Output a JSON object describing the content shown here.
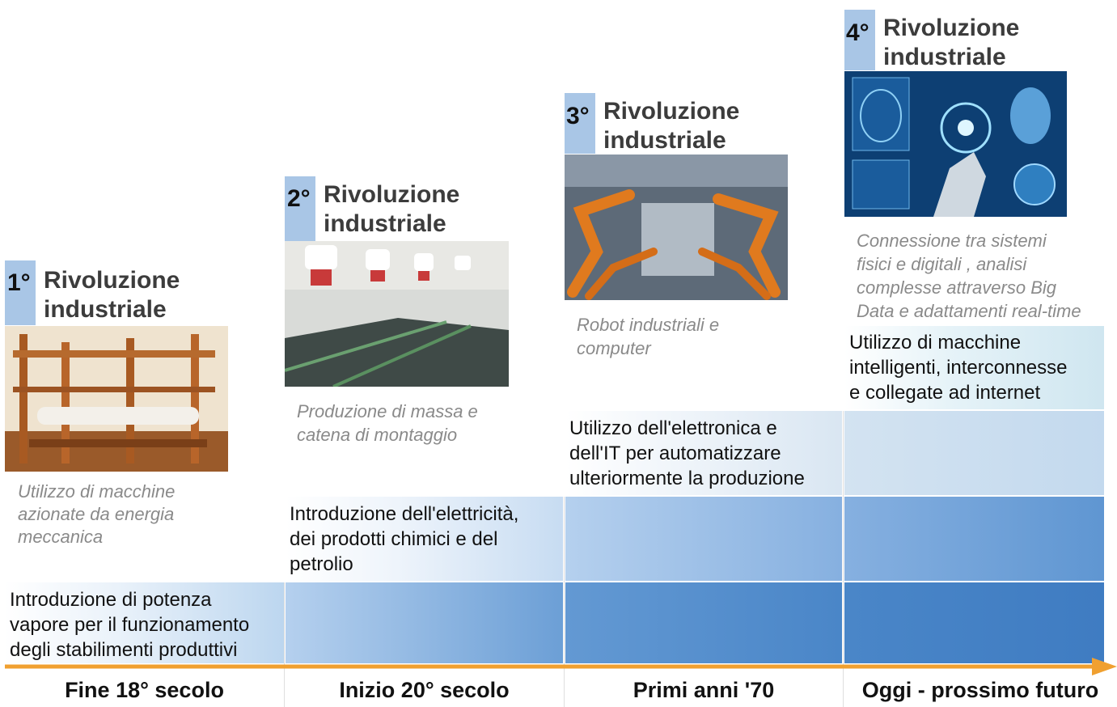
{
  "revolutions": [
    {
      "number": "1°",
      "title_line1": "Rivoluzione",
      "title_line2": "industriale",
      "description": [
        "Utilizzo di macchine",
        "azionate da energia",
        "meccanica"
      ],
      "band_text": [
        "Introduzione di potenza",
        "vapore per il funzionamento",
        "degli stabilimenti produttivi"
      ],
      "period": "Fine 18° secolo"
    },
    {
      "number": "2°",
      "title_line1": "Rivoluzione",
      "title_line2": "industriale",
      "description": [
        "Produzione di massa e",
        "catena di montaggio"
      ],
      "band_text": [
        "Introduzione dell'elettricità,",
        "dei prodotti chimici e del",
        "petrolio"
      ],
      "period": "Inizio 20° secolo"
    },
    {
      "number": "3°",
      "title_line1": "Rivoluzione",
      "title_line2": "industriale",
      "description": [
        "Robot industriali e",
        "computer"
      ],
      "band_text": [
        "Utilizzo dell'elettronica e",
        "dell'IT per automatizzare",
        "ulteriormente la produzione"
      ],
      "period": "Primi anni '70"
    },
    {
      "number": "4°",
      "title_line1": "Rivoluzione",
      "title_line2": "industriale",
      "description": [
        "Connessione tra sistemi",
        "fisici e digitali , analisi",
        "complesse attraverso Big",
        "Data e adattamenti real-time"
      ],
      "band_text": [
        "Utilizzo di macchine",
        "intelligenti, interconnesse",
        "e collegate ad internet"
      ],
      "period": "Oggi - prossimo futuro"
    }
  ],
  "colors": {
    "arrow": "#f0a030",
    "badge": "#a9c6e6",
    "band_dark": "#4a86c8",
    "band_light": "#cfe6f0"
  }
}
